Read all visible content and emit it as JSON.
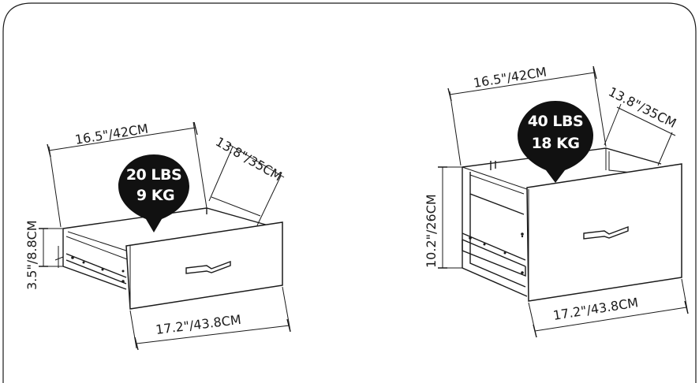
{
  "small_drawer": {
    "width_label": "16.5\"/42CM",
    "depth_label": "13.8\"/35CM",
    "height_label": "3.5\"/8.8CM",
    "front_label": "17.2\"/43.8CM",
    "capacity_lbs": "20 LBS",
    "capacity_kg": "9 KG"
  },
  "large_drawer": {
    "width_label": "16.5\"/42CM",
    "depth_label": "13.8\"/35CM",
    "height_label": "10.2\"/26CM",
    "front_label": "17.2\"/43.8CM",
    "capacity_lbs": "40 LBS",
    "capacity_kg": "18 KG"
  },
  "colors": {
    "line": "#1a1a1a",
    "badge": "#111111",
    "background": "#ffffff"
  }
}
